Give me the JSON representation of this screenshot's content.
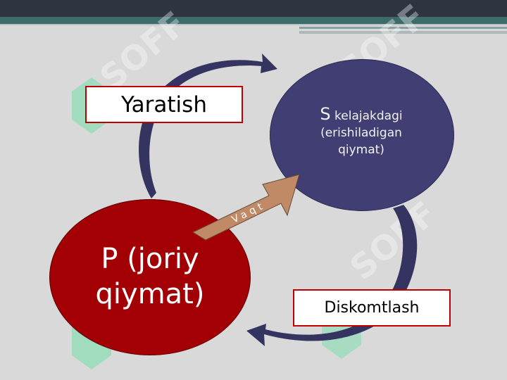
{
  "nodes": {
    "future_value": {
      "letter": "S",
      "line1": "kelajakdagi",
      "line2": "(erishiladigan",
      "line3": "qiymat)"
    },
    "present_value": {
      "line1": "P (joriy",
      "line2": "qiymat)"
    }
  },
  "arrows": {
    "time_label": "Vaqt"
  },
  "labels": {
    "creation": "Yaratish",
    "discounting": "Diskomtlash"
  },
  "watermark": {
    "text": "SOFF"
  },
  "colors": {
    "future_circle": "#403e72",
    "present_circle": "#a30006",
    "time_arrow": "#c08a66",
    "curved_arrows": "#353461",
    "label_border": "#c00000",
    "watermark_green": "#5fe0a0"
  }
}
